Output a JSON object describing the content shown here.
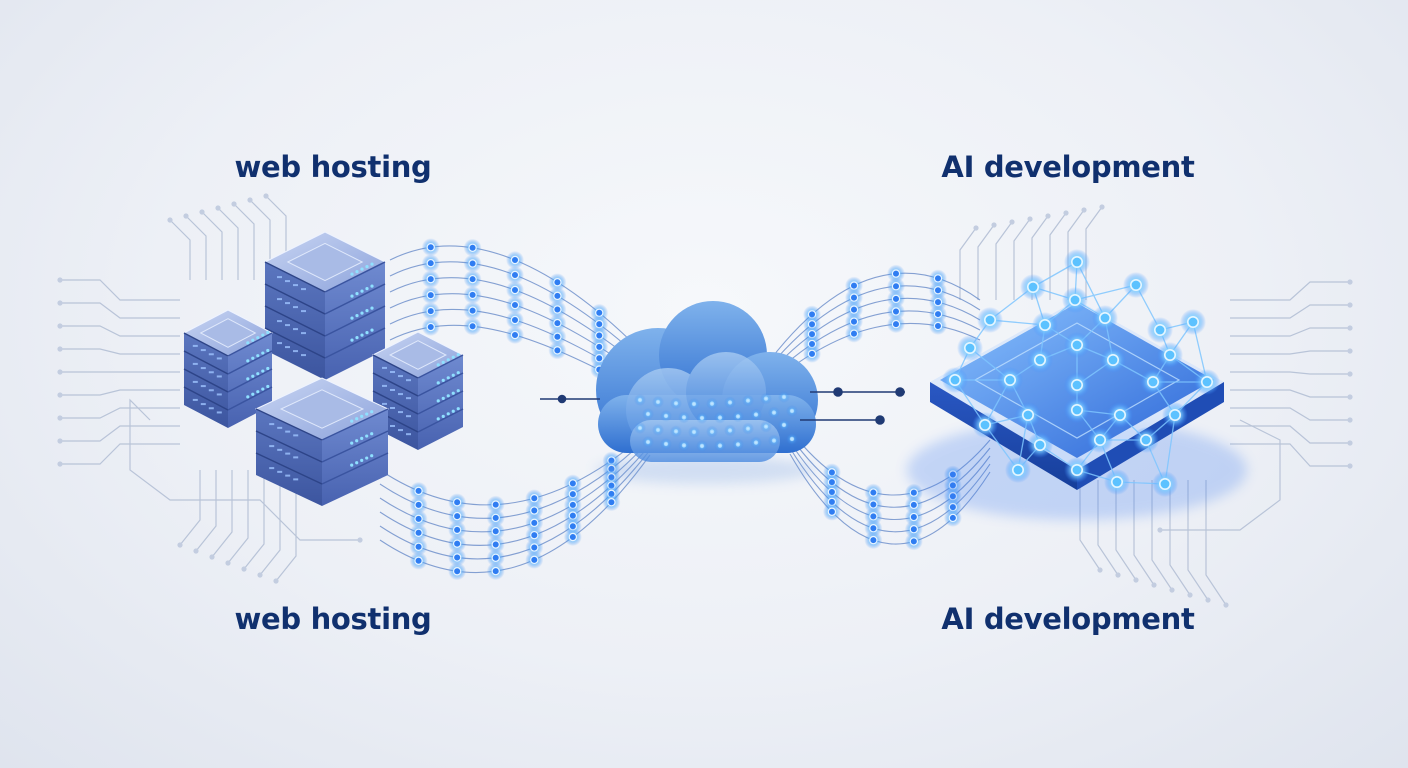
{
  "labels": {
    "left_top": "web hosting",
    "left_bottom": "web hosting",
    "right_top": "AI development",
    "right_bottom": "AI development"
  },
  "icons": [
    "server-stack-icon",
    "cloud-icon",
    "ai-chip-network-icon",
    "circuit-traces-icon"
  ],
  "colors": {
    "label": "#10306e",
    "accent": "#2f7df2",
    "glow": "#4fb0ff",
    "server_face": "#6f86c9",
    "cloud": "#3f82dc",
    "chip": "#2d66d8"
  }
}
